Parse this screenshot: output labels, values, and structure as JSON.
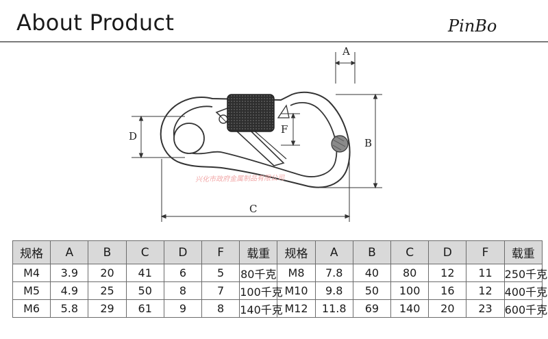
{
  "header": {
    "title": "About Product",
    "brand": "PinBo"
  },
  "diagram": {
    "labels": {
      "a": "A",
      "b": "B",
      "c": "C",
      "d": "D",
      "f": "F"
    }
  },
  "watermark": "兴化市政府金属制品有限公司",
  "table": {
    "headers": [
      "规格",
      "A",
      "B",
      "C",
      "D",
      "F",
      "载重",
      "规格",
      "A",
      "B",
      "C",
      "D",
      "F",
      "载重"
    ],
    "rows": [
      [
        "M4",
        "3.9",
        "20",
        "41",
        "6",
        "5",
        "80千克",
        "M8",
        "7.8",
        "40",
        "80",
        "12",
        "11",
        "250千克"
      ],
      [
        "M5",
        "4.9",
        "25",
        "50",
        "8",
        "7",
        "100千克",
        "M10",
        "9.8",
        "50",
        "100",
        "16",
        "12",
        "400千克"
      ],
      [
        "M6",
        "5.8",
        "29",
        "61",
        "9",
        "8",
        "140千克",
        "M12",
        "11.8",
        "69",
        "140",
        "20",
        "23",
        "600千克"
      ]
    ]
  }
}
